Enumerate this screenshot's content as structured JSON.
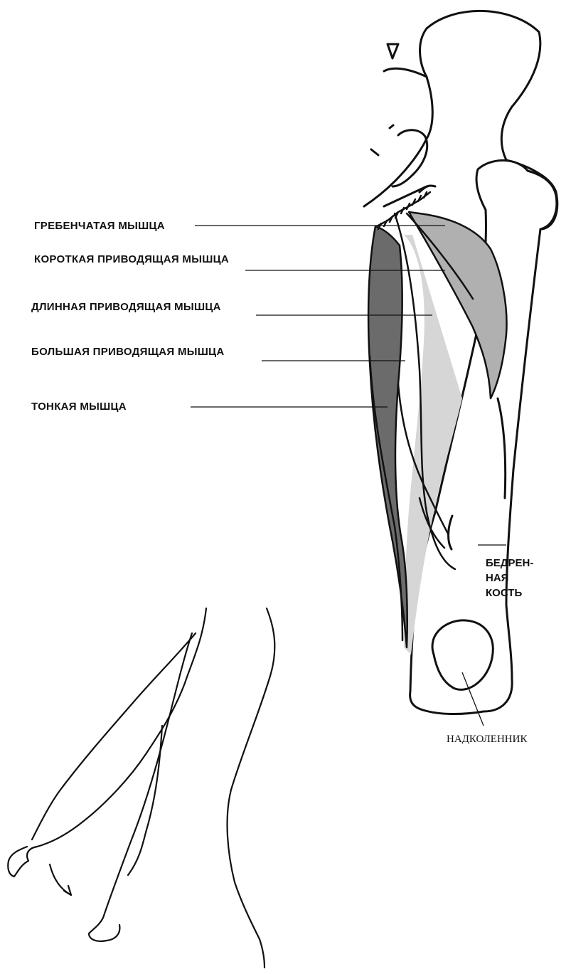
{
  "labels": {
    "pectineus": "ГРЕБЕНЧАТАЯ МЫШЦА",
    "adductor_brevis": "КОРОТКАЯ ПРИВОДЯЩАЯ МЫШЦА",
    "adductor_longus": "ДЛИННАЯ ПРИВОДЯЩАЯ МЫШЦА",
    "adductor_magnus": "БОЛЬШАЯ ПРИВОДЯЩАЯ МЫШЦА",
    "gracilis": "ТОНКАЯ МЫШЦА",
    "femur_line1": "БЕДРЕН-",
    "femur_line2": "НАЯ",
    "femur_line3": "КОСТЬ",
    "patella": "НАДКОЛЕННИК"
  },
  "colors": {
    "outline": "#111111",
    "gracilis_fill": "#6b6b6b",
    "adductor_longus_fill": "#b0b0b0",
    "adductor_magnus_fill": "#d6d6d6",
    "background": "#ffffff"
  }
}
